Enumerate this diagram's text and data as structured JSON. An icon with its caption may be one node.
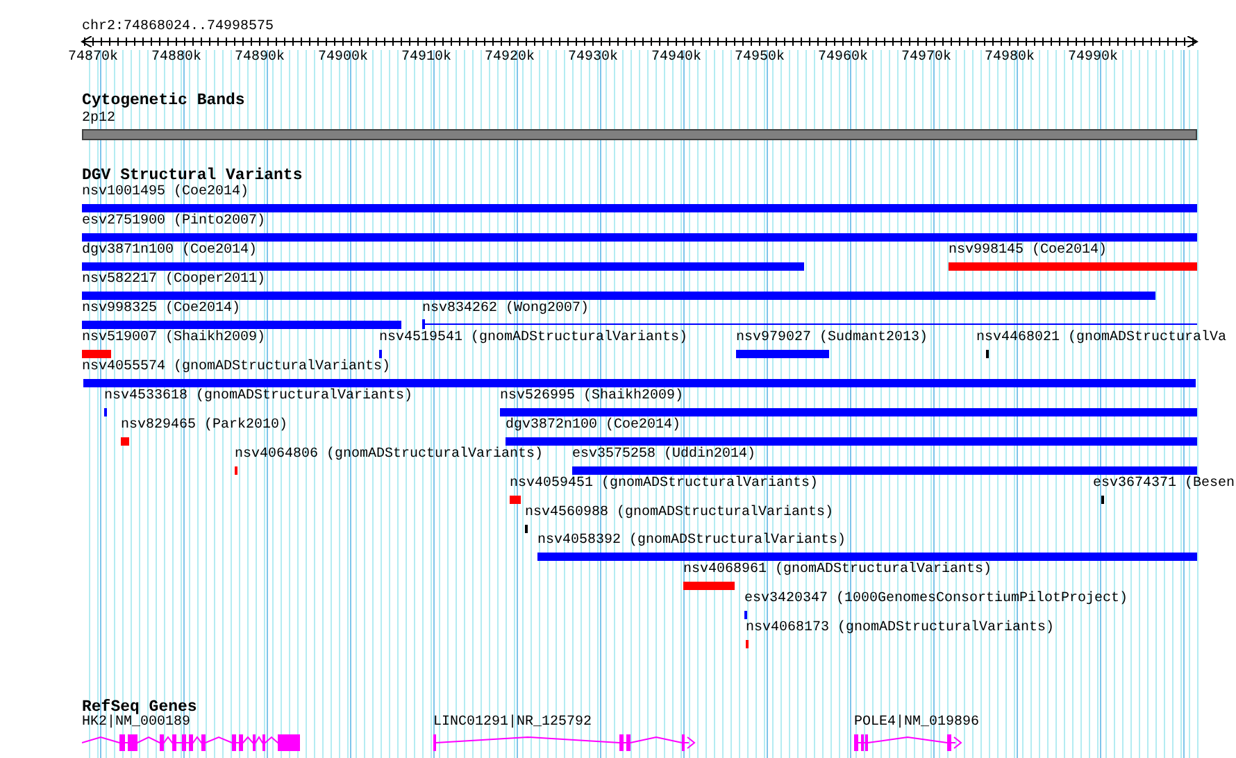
{
  "diagram": {
    "nodes": [
      {
        "text": [
          "2p12"
        ]
      },
      {
        "text": [
          "nsv1001495 (Coe2014)"
        ]
      },
      {
        "text": [
          "esv2751900 (Pinto2007)"
        ]
      },
      {
        "text": [
          "dgv3871n100 (Coe2014)"
        ]
      },
      {
        "text": [
          "nsv998145 (Coe2014)"
        ]
      },
      {
        "text": [
          "nsv582217 (Cooper2011)"
        ]
      },
      {
        "text": [
          "nsv998325 (Coe2014)"
        ]
      },
      {
        "text": [
          "nsv834262 (Wong2007)"
        ]
      },
      {
        "text": [
          "nsv519007 (Shaikh2009)"
        ]
      },
      {
        "text": [
          "nsv4519541 (gnomADStructuralVariants)"
        ]
      },
      {
        "text": [
          "nsv979027 (Sudmant2013)"
        ]
      },
      {
        "text": [
          "nsv4468021 (gnomADStructuralVa"
        ]
      },
      {
        "text": [
          "nsv4055574 (gnomADStructuralVariants)"
        ]
      },
      {
        "text": [
          "nsv4533618 (gnomADStructuralVariants)"
        ]
      },
      {
        "text": [
          "nsv526995 (Shaikh2009)"
        ]
      },
      {
        "text": [
          "nsv829465 (Park2010)"
        ]
      },
      {
        "text": [
          "dgv3872n100 (Coe2014)"
        ]
      },
      {
        "text": [
          "nsv4064806 (gnomADStructuralVariants)"
        ]
      },
      {
        "text": [
          "esv3575258 (Uddin2014)"
        ]
      },
      {
        "text": [
          "nsv4059451 (gnomADStructuralVariants)"
        ]
      },
      {
        "text": [
          "esv3674371 (Besen"
        ]
      },
      {
        "text": [
          "nsv4560988 (gnomADStructuralVariants)"
        ]
      },
      {
        "text": [
          "nsv4058392 (gnomADStructuralVariants)"
        ]
      },
      {
        "text": [
          "nsv4068961 (gnomADStructuralVariants)"
        ]
      },
      {
        "text": [
          "esv3420347 (1000GenomesConsortiumPilotProject)"
        ]
      },
      {
        "text": [
          "nsv4068173 (gnomADStructuralVariants)"
        ]
      },
      {
        "text": [
          "HK2|NM_000189"
        ]
      },
      {
        "text": [
          "LINC01291|NR_125792"
        ]
      },
      {
        "text": [
          "POLE4|NM_019896"
        ]
      }
    ],
    "labels": [
      "chr2:74868024..74998575",
      "74870k",
      "74880k",
      "74890k",
      "74900k",
      "74910k",
      "74920k",
      "74930k",
      "74940k",
      "74950k",
      "74960k",
      "74970k",
      "74980k",
      "74990k",
      "Cytogenetic Bands",
      "DGV Structural Variants",
      "RefSeq Genes"
    ]
  }
}
